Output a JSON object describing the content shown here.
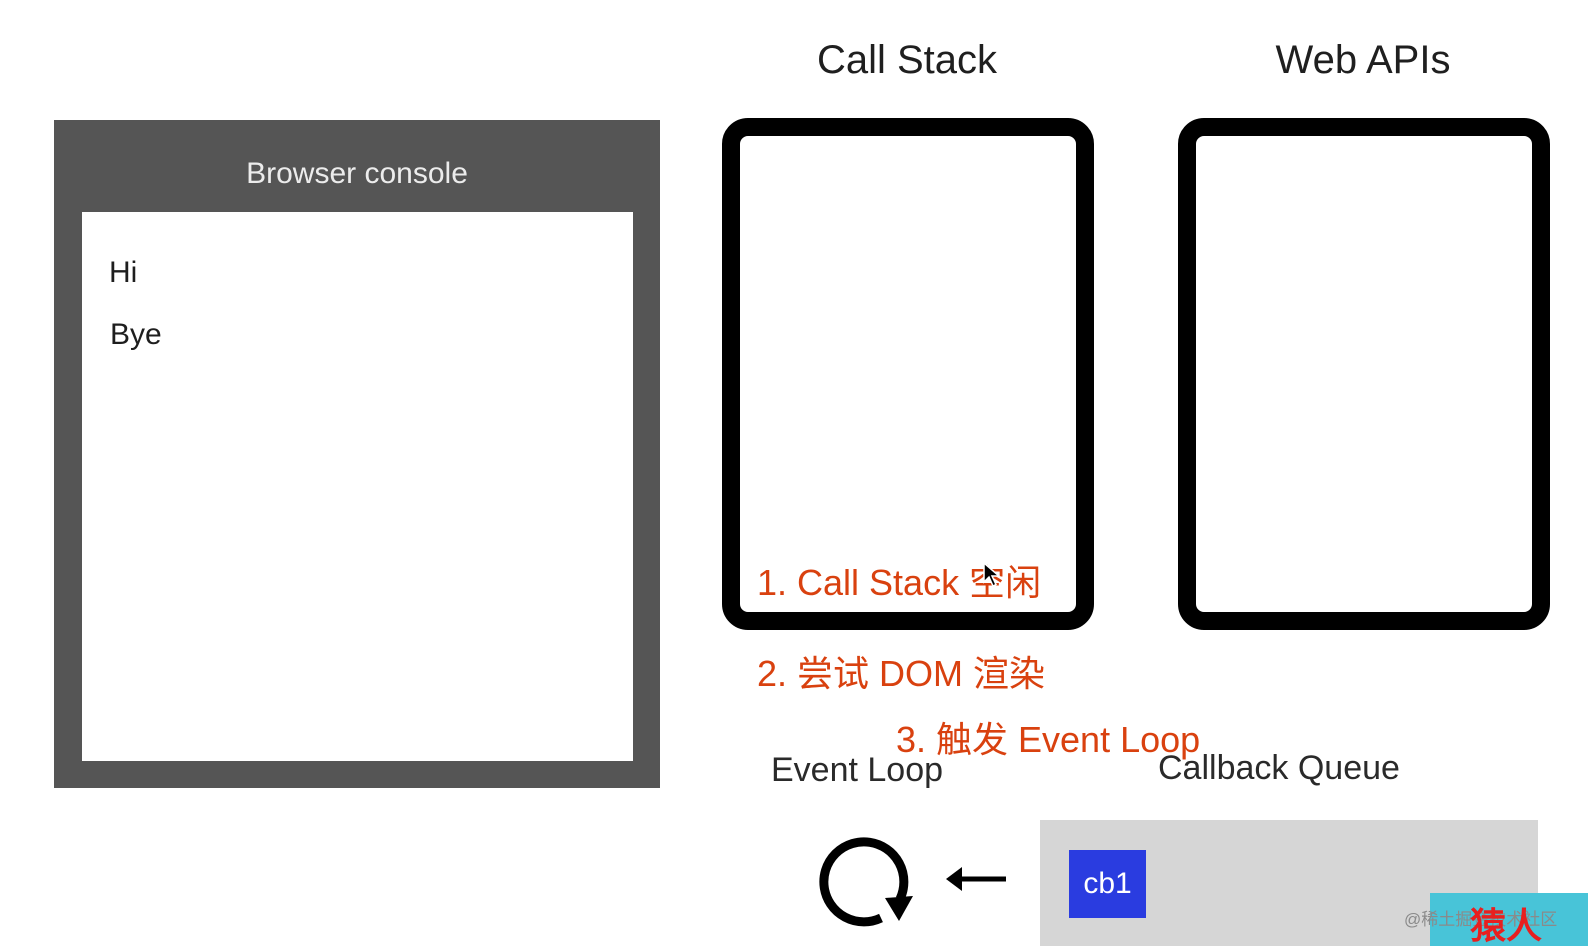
{
  "console": {
    "title": "Browser console",
    "lines": [
      "Hi",
      "Bye"
    ]
  },
  "call_stack": {
    "title": "Call Stack"
  },
  "web_apis": {
    "title": "Web APIs"
  },
  "annotations": {
    "step1": "1. Call Stack 空闲",
    "step2": "2. 尝试 DOM 渲染",
    "step3": "3. 触发 Event Loop"
  },
  "event_loop": {
    "title": "Event Loop"
  },
  "callback_queue": {
    "title": "Callback Queue",
    "items": [
      "cb1"
    ]
  },
  "watermark": {
    "small_text": "@稀土掘金技术社区",
    "big_text": "猿人"
  },
  "colors": {
    "annotation": "#d9410f",
    "console_frame": "#555555",
    "callback_block": "#2a3ce0",
    "queue_background": "#d6d6d6"
  },
  "icons": {
    "loop": "refresh-loop-icon",
    "arrow": "arrow-left-icon",
    "cursor": "mouse-pointer-icon"
  }
}
